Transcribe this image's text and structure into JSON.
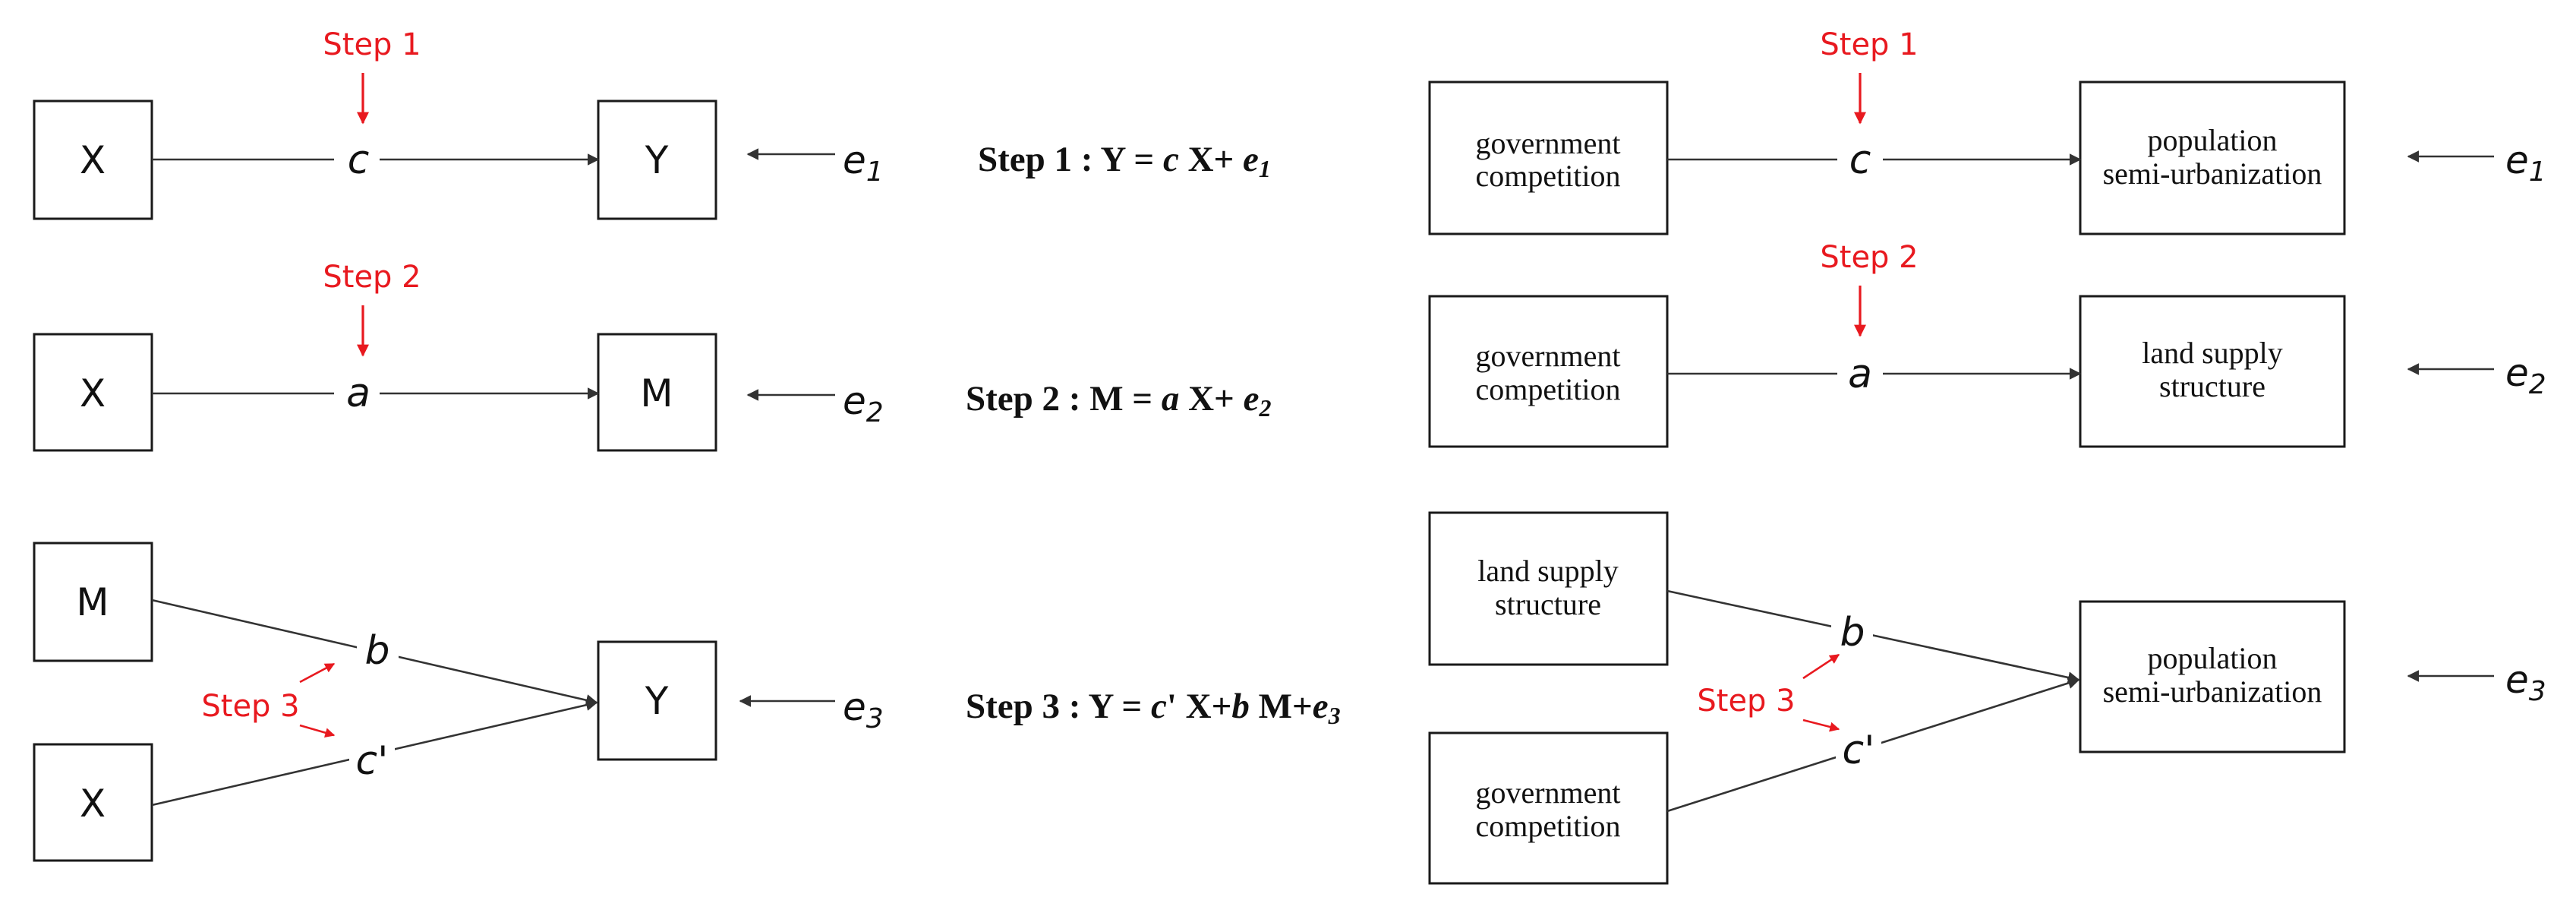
{
  "left": {
    "panel1": {
      "source": "X",
      "target": "Y",
      "coef": "c",
      "error": "e",
      "error_sub": "1",
      "step": "Step 1"
    },
    "panel2": {
      "source": "X",
      "target": "M",
      "coef": "a",
      "error": "e",
      "error_sub": "2",
      "step": "Step 2"
    },
    "panel3": {
      "source_top": "M",
      "source_bottom": "X",
      "target": "Y",
      "coef_top": "b",
      "coef_bottom": "c'",
      "error": "e",
      "error_sub": "3",
      "step": "Step 3"
    }
  },
  "equations": {
    "eq1": {
      "prefix": "Step 1 : Y  =",
      "c": "c",
      "mid": " X+",
      "e": "e",
      "sub": "1"
    },
    "eq2": {
      "prefix": "Step 2 : M = ",
      "a": "a",
      "mid": " X+ ",
      "e": "e",
      "sub": "2"
    },
    "eq3": {
      "prefix": "Step 3 : Y  = ",
      "c": "c",
      "prime": "' X+",
      "b": "b",
      "mid": " M+",
      "e": "e",
      "sub": "3"
    }
  },
  "right": {
    "panel1": {
      "source_line1": "government",
      "source_line2": "competition",
      "target_line1": "population",
      "target_line2": "semi-urbanization",
      "coef": "c",
      "error": "e",
      "error_sub": "1",
      "step": "Step 1"
    },
    "panel2": {
      "source_line1": "government",
      "source_line2": "competition",
      "target_line1": "land supply",
      "target_line2": "structure",
      "coef": "a",
      "error": "e",
      "error_sub": "2",
      "step": "Step 2"
    },
    "panel3": {
      "top_line1": "land supply",
      "top_line2": "structure",
      "bottom_line1": "government",
      "bottom_line2": "competition",
      "target_line1": "population",
      "target_line2": "semi-urbanization",
      "coef_top": "b",
      "coef_bottom": "c'",
      "error": "e",
      "error_sub": "3",
      "step": "Step 3"
    }
  },
  "colors": {
    "step_red": "#e8191f",
    "line": "#333333"
  }
}
